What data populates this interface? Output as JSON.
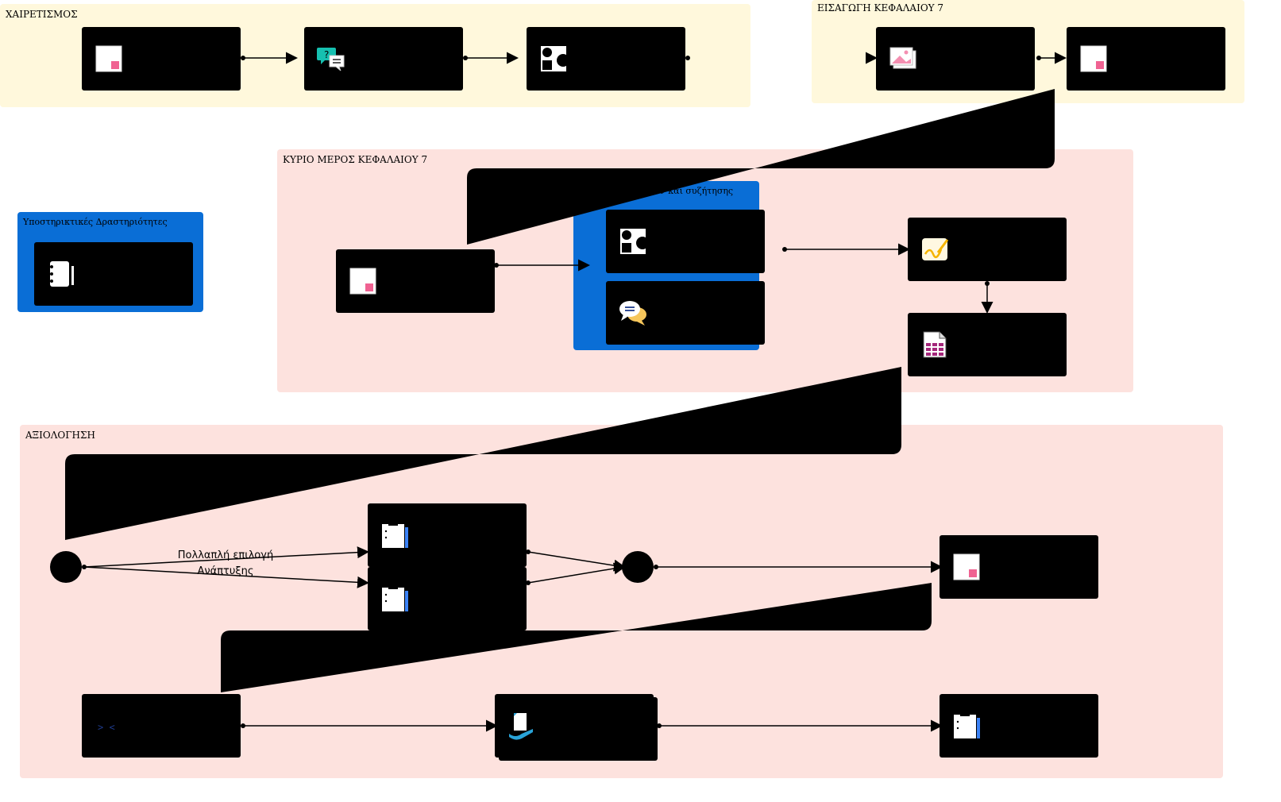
{
  "zones": {
    "welcome": {
      "title": "ΧΑΙΡΕΤΙΣΜΟΣ",
      "bg": "#fff8dc"
    },
    "intro": {
      "title": "ΕΙΣΑΓΩΓΗ ΚΕΦΑΛΑΙΟΥ 7",
      "bg": "#fff8dc"
    },
    "main": {
      "title": "ΚΥΡΙΟ ΜΕΡΟΣ ΚΕΦΑΛΑΙΟΥ 7",
      "bg": "#fde2de"
    },
    "resources": {
      "title": "Συνδυασμός πόρων και συζήτησης",
      "bg": "#0a6ed6"
    },
    "support": {
      "title": "Υποστηρικτικές Δραστηριότητες",
      "bg": "#0a6ed6"
    },
    "assessment": {
      "title": "ΑΞΙΟΛΟΓΗΣΗ",
      "bg": "#fde2de"
    }
  },
  "branch_labels": {
    "line1": "Πολλαπλή επιλογή",
    "line2": "Ανάπτυξης"
  },
  "icons": {
    "welcome_page": "page-icon",
    "welcome_qa": "qa-forum-icon",
    "welcome_shapes": "shapes-icon",
    "intro_image": "image-icon",
    "intro_page": "page-icon",
    "support_book": "book-icon",
    "main_page": "page-icon",
    "res_shapes": "shapes-icon",
    "res_chat": "chat-icon",
    "main_sign": "signature-icon",
    "main_table": "spreadsheet-icon",
    "assess_quiz1": "quiz-icon",
    "assess_quiz2": "quiz-icon",
    "assess_page": "page-icon",
    "assess_code": "code-icon",
    "assess_submit": "submit-icon",
    "assess_quiz3": "quiz-icon"
  },
  "colors": {
    "yellow_zone": "#fff8dc",
    "pink_zone": "#fde2de",
    "blue_zone": "#0a6ed6",
    "node": "#000000",
    "accent_pink": "#f06292"
  }
}
